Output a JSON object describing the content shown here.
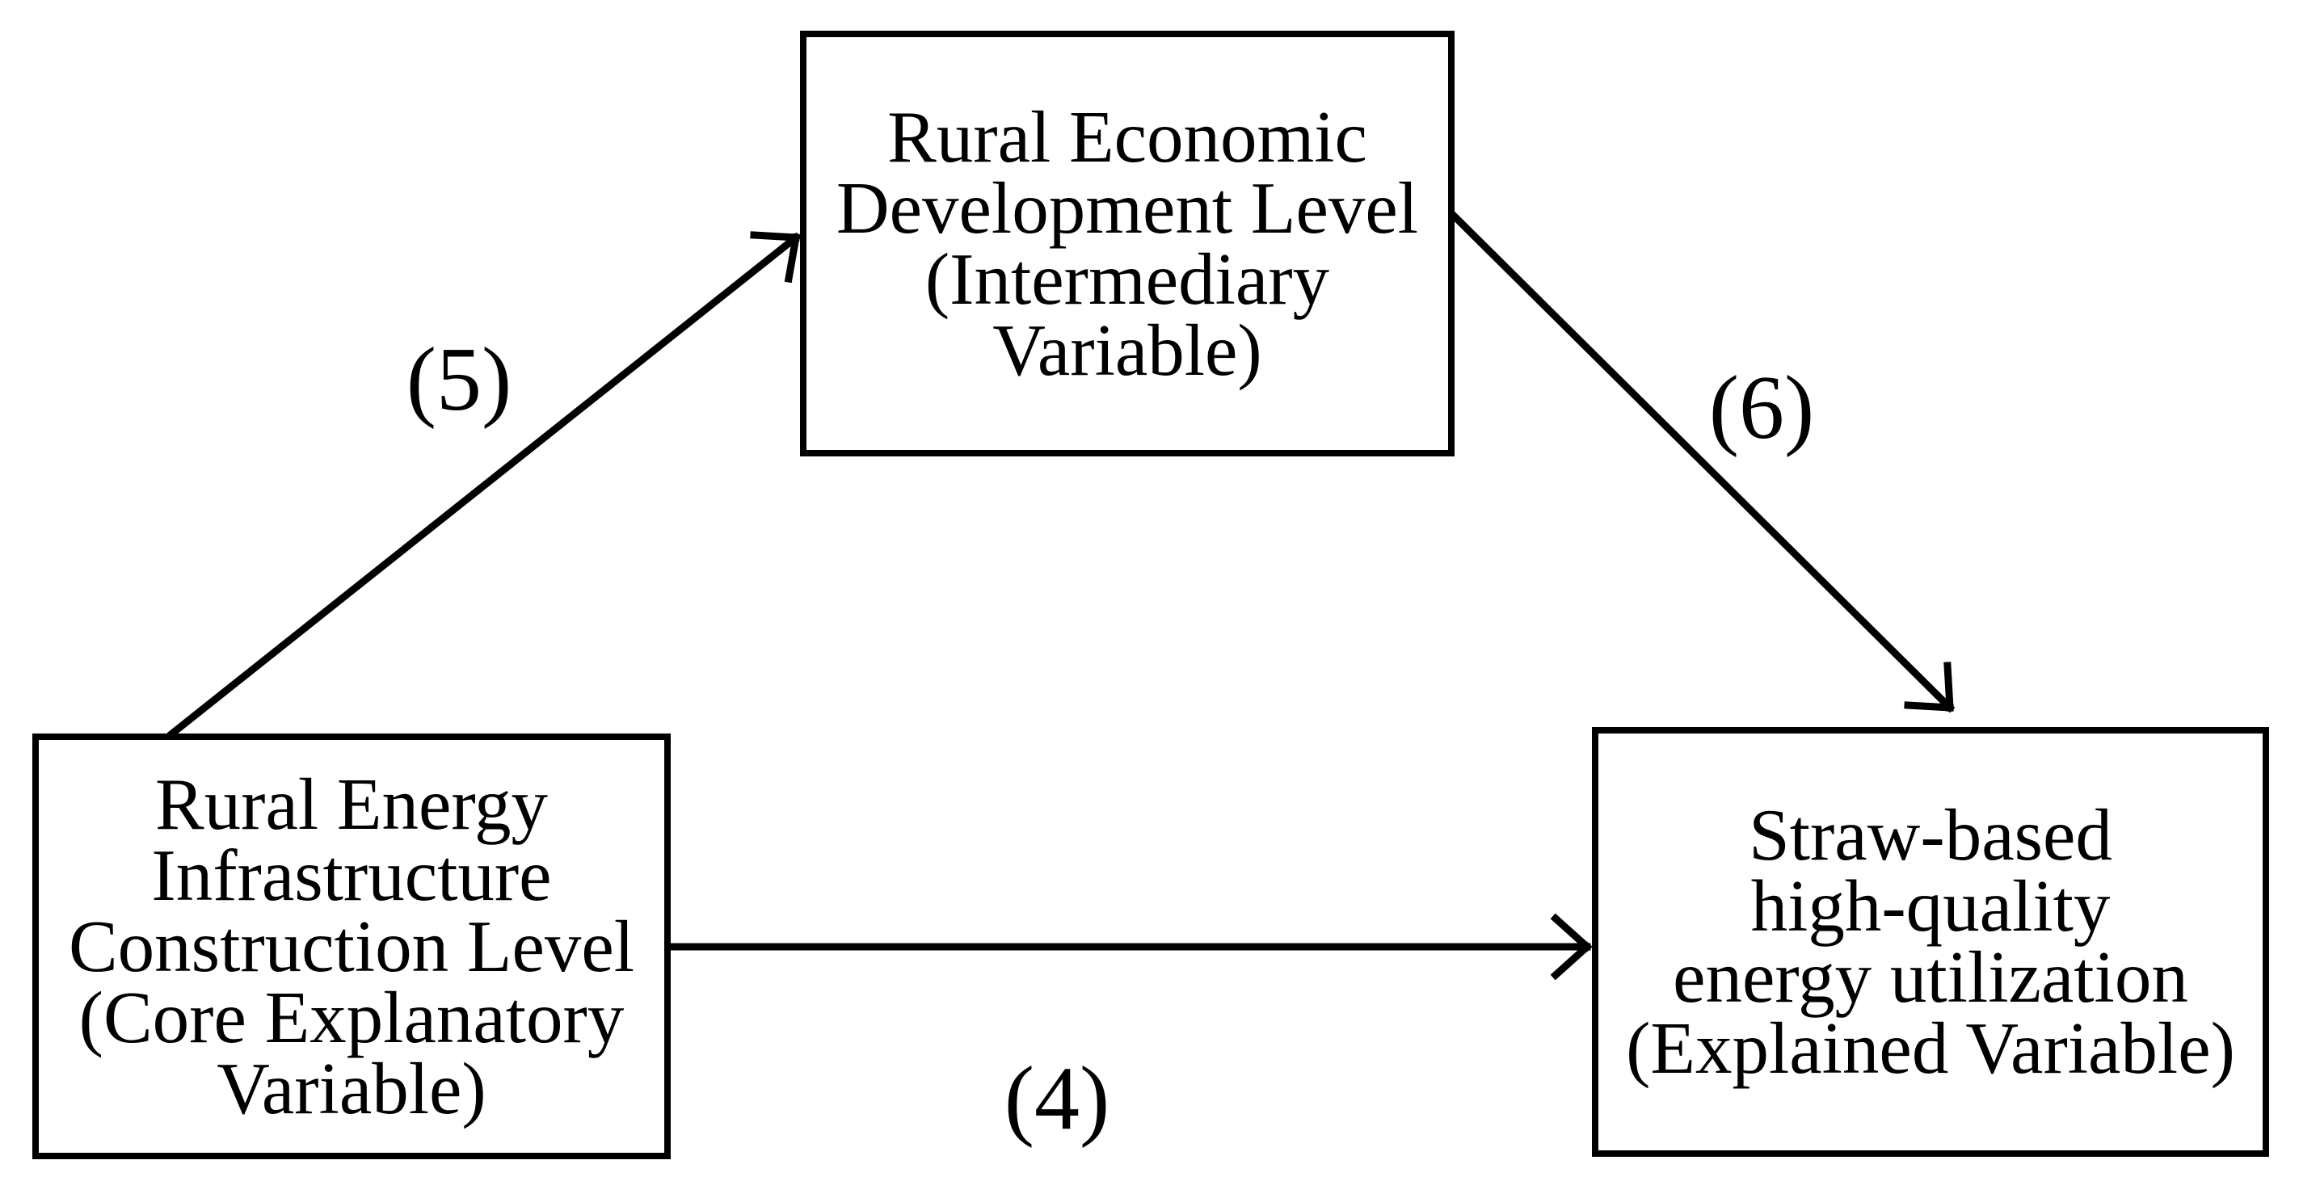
{
  "colors": {
    "background": "#ffffff",
    "line": "#000000",
    "text": "#000000"
  },
  "boxes": {
    "intermediary": {
      "lines": [
        "Rural Economic",
        "Development Level",
        "(Intermediary",
        "Variable)"
      ]
    },
    "explanatory": {
      "lines": [
        "Rural Energy",
        "Infrastructure",
        "Construction Level",
        "(Core Explanatory",
        "Variable)"
      ]
    },
    "explained": {
      "lines": [
        "Straw-based",
        "high-quality",
        "energy utilization",
        "(Explained Variable)"
      ]
    }
  },
  "arrow_labels": {
    "explanatory_to_intermediary": "(5)",
    "intermediary_to_explained": "(6)",
    "explanatory_to_explained": "(4)"
  }
}
